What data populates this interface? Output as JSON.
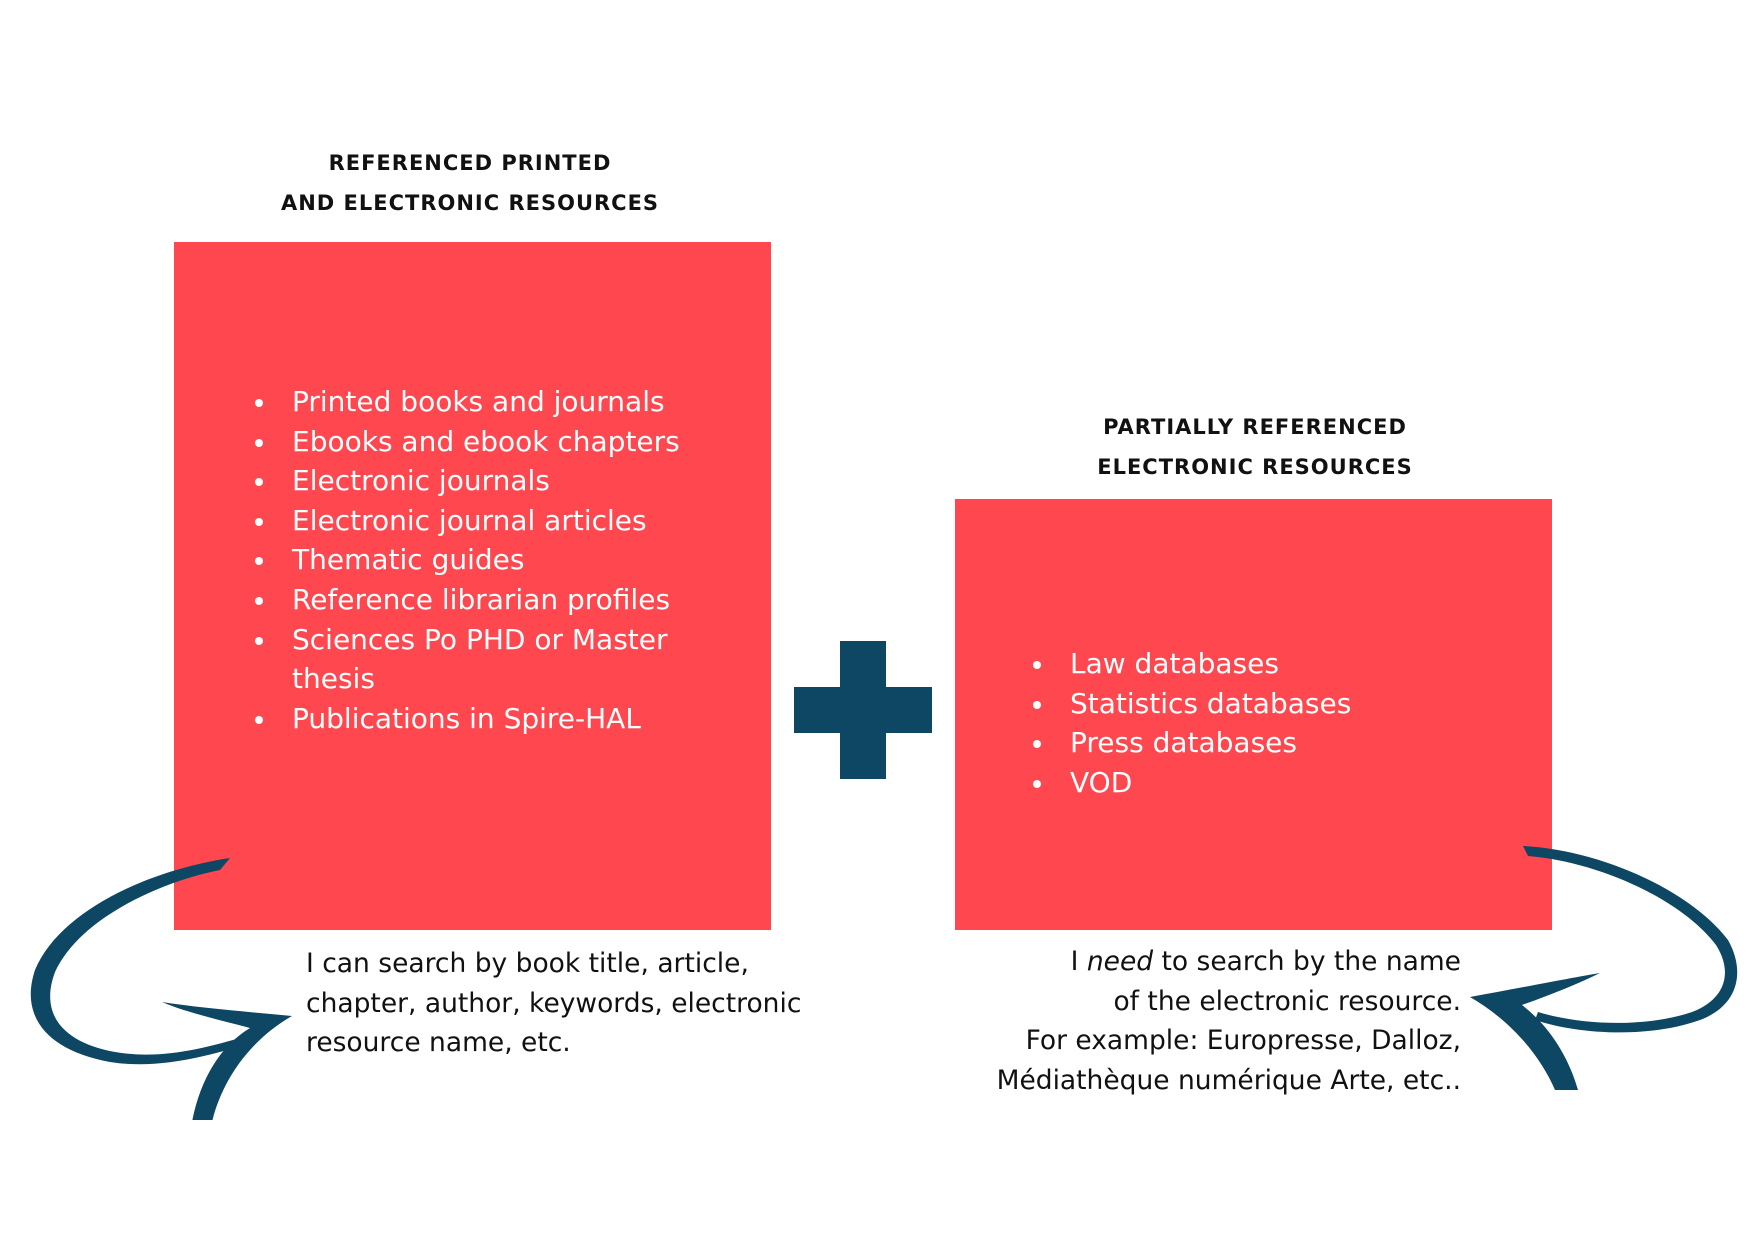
{
  "colors": {
    "box_fill": "#ff474f",
    "accent_navy": "#0d4763",
    "heading_text": "#111111",
    "list_text": "#ffffff"
  },
  "left_panel": {
    "heading_line1": "REFERENCED PRINTED",
    "heading_line2": "AND ELECTRONIC RESOURCES",
    "items": [
      "Printed books and journals",
      "Ebooks and ebook chapters",
      "Electronic journals",
      "Electronic journal articles",
      "Thematic guides",
      "Reference librarian profiles",
      "Sciences Po PHD or Master thesis",
      "Publications in Spire-HAL"
    ],
    "caption_line1": "I can search by book title, article,",
    "caption_line2": "chapter, author, keywords, electronic",
    "caption_line3": "resource name, etc."
  },
  "connector": {
    "icon": "plus-icon"
  },
  "right_panel": {
    "heading_line1": "PARTIALLY REFERENCED",
    "heading_line2": "ELECTRONIC RESOURCES",
    "items": [
      "Law databases",
      "Statistics databases",
      "Press databases",
      "VOD"
    ],
    "caption_prefix": "I ",
    "caption_emphasis": "need",
    "caption_line1_rest": " to search by the name",
    "caption_line2": "of the electronic resource.",
    "caption_line3": "For example: Europresse, Dalloz,",
    "caption_line4": "Médiathèque numérique Arte, etc.."
  },
  "arrows": {
    "left": "curved-arrow-icon",
    "right": "curved-arrow-icon"
  }
}
